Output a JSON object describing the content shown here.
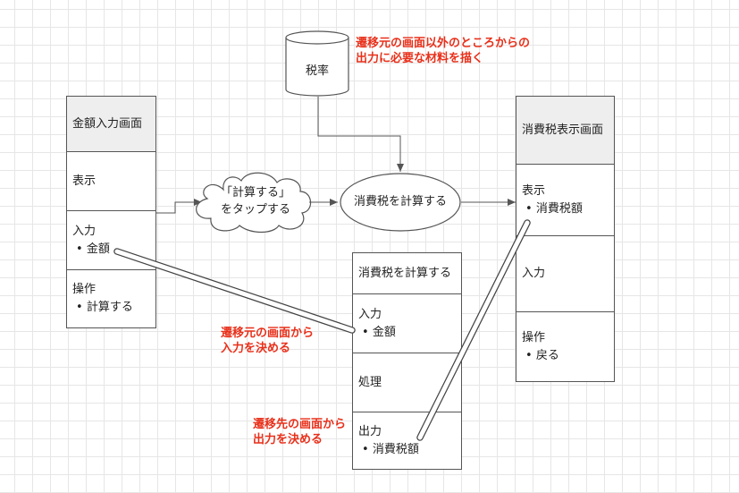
{
  "database": {
    "label": "税率"
  },
  "annotations": {
    "top": [
      "遷移元の画面以外のところからの",
      "出力に必要な材料を描く"
    ],
    "left_mid": [
      "遷移元の画面から",
      "入力を決める"
    ],
    "left_bottom": [
      "遷移先の画面から",
      "出力を決める"
    ]
  },
  "screen_source": {
    "title": "金額入力画面",
    "display": {
      "label": "表示"
    },
    "input": {
      "label": "入力",
      "items": [
        "金額"
      ]
    },
    "operation": {
      "label": "操作",
      "items": [
        "計算する"
      ]
    }
  },
  "screen_target": {
    "title": "消費税表示画面",
    "display": {
      "label": "表示",
      "items": [
        "消費税額"
      ]
    },
    "input": {
      "label": "入力"
    },
    "operation": {
      "label": "操作",
      "items": [
        "戻る"
      ]
    }
  },
  "process": {
    "title": "消費税を計算する",
    "input": {
      "label": "入力",
      "items": [
        "金額"
      ]
    },
    "processing": {
      "label": "処理"
    },
    "output": {
      "label": "出力",
      "items": [
        "消費税額"
      ]
    }
  },
  "cloud": {
    "lines": [
      "「計算する」",
      "をタップする"
    ]
  },
  "ellipse": {
    "label": "消費税を計算する"
  },
  "colors": {
    "annotation": "#e8301a",
    "header": "#eeeeee",
    "stroke": "#555555"
  }
}
